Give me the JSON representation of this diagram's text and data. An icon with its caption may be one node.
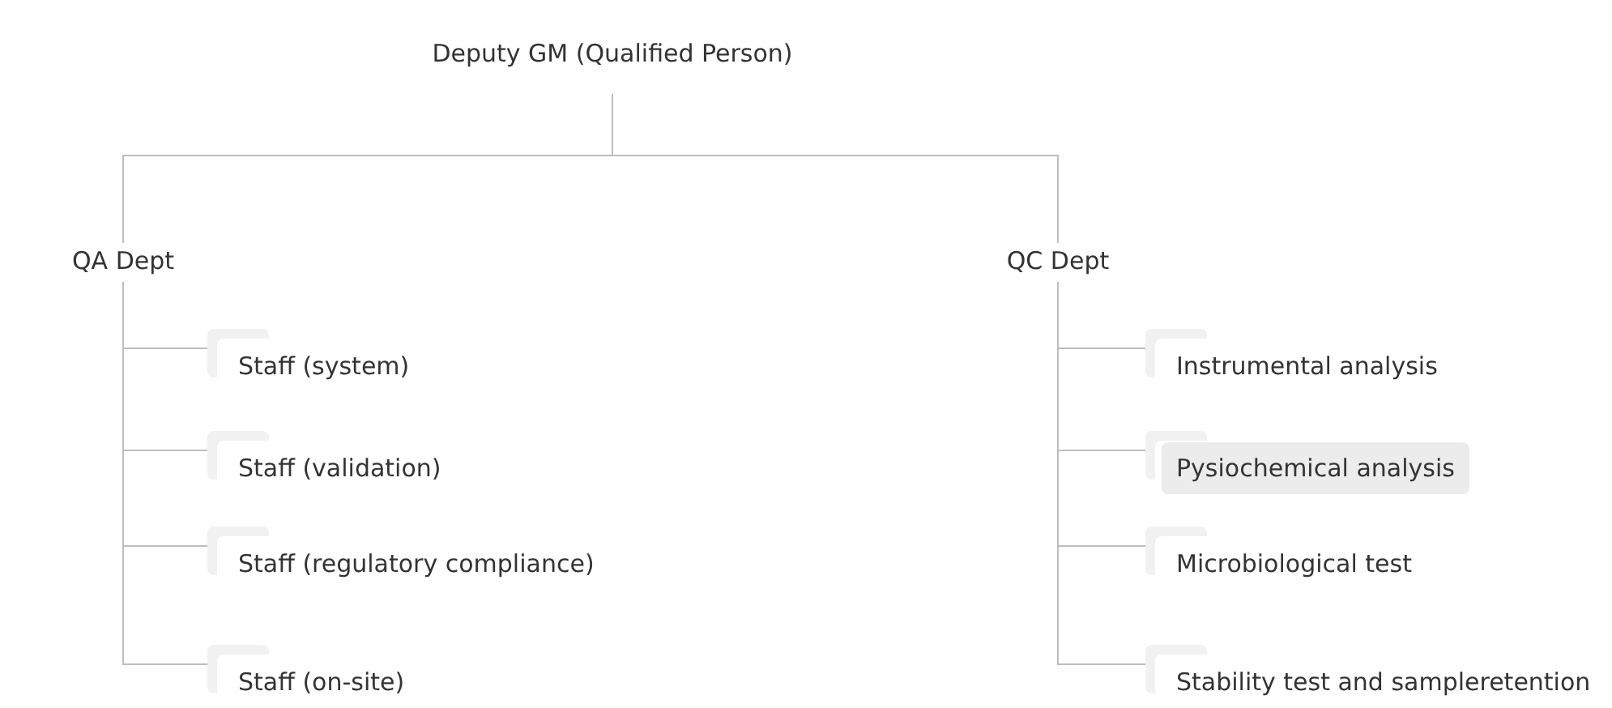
{
  "diagram": {
    "nodes": [
      {
        "text": [
          "Deputy GM (Qualified Person)"
        ]
      },
      {
        "text": [
          "QA Dept"
        ]
      },
      {
        "text": [
          "QC Dept"
        ]
      },
      {
        "text": [
          "Staff (system)"
        ]
      },
      {
        "text": [
          "Staff (validation)"
        ]
      },
      {
        "text": [
          "Staff (regulatory compliance)"
        ]
      },
      {
        "text": [
          "Staff (on-site)"
        ]
      },
      {
        "text": [
          "Instrumental analysis"
        ]
      },
      {
        "text": [
          "Pysiochemical analysis"
        ]
      },
      {
        "text": [
          "Microbiological test"
        ]
      },
      {
        "text": [
          "Stability test and sampleretention"
        ]
      }
    ],
    "edges": [
      {
        "from": 0,
        "to": 1,
        "arrow": "none"
      },
      {
        "from": 0,
        "to": 2,
        "arrow": "none"
      },
      {
        "from": 1,
        "to": 3,
        "arrow": "none"
      },
      {
        "from": 1,
        "to": 4,
        "arrow": "none"
      },
      {
        "from": 1,
        "to": 5,
        "arrow": "none"
      },
      {
        "from": 1,
        "to": 6,
        "arrow": "none"
      },
      {
        "from": 2,
        "to": 7,
        "arrow": "none"
      },
      {
        "from": 2,
        "to": 8,
        "arrow": "none"
      },
      {
        "from": 2,
        "to": 9,
        "arrow": "none"
      },
      {
        "from": 2,
        "to": 10,
        "arrow": "none"
      }
    ]
  }
}
